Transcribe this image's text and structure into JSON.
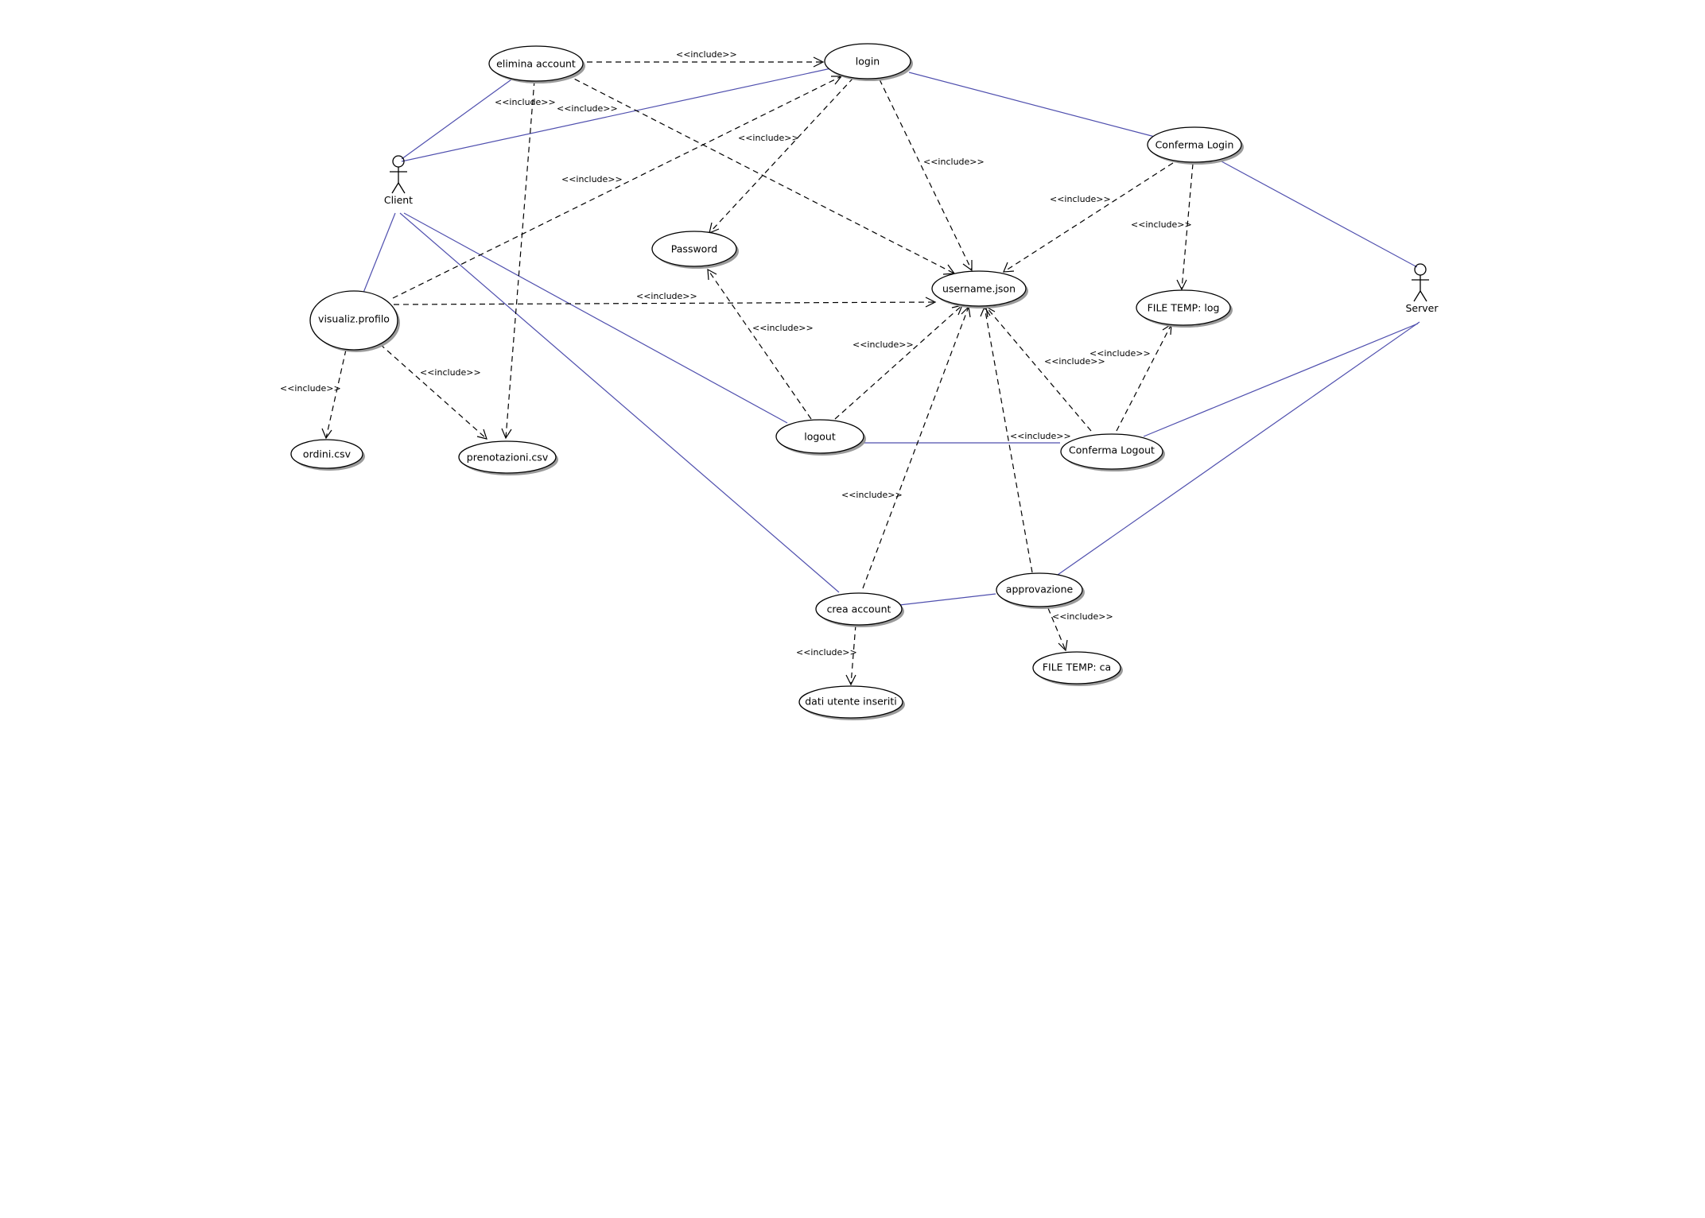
{
  "colors": {
    "association": "#4f4fae",
    "dependency": "#000000",
    "shadow": "#9a9a9a"
  },
  "actors": {
    "client": {
      "label": "Client"
    },
    "server": {
      "label": "Server"
    }
  },
  "use_cases": {
    "elimina_account": "elimina account",
    "login": "login",
    "conferma_login": "Conferma Login",
    "password": "Password",
    "username_json": "username.json",
    "file_temp_log": "FILE TEMP: log",
    "visualiz_profilo": "visualiz.profilo",
    "ordini_csv": "ordini.csv",
    "prenotazioni_csv": "prenotazioni.csv",
    "logout": "logout",
    "conferma_logout": "Conferma Logout",
    "crea_account": "crea account",
    "approvazione": "approvazione",
    "file_temp_ca": "FILE TEMP: ca",
    "dati_utente_inseriti": "dati utente inseriti"
  },
  "stereotype": "<<include>>"
}
